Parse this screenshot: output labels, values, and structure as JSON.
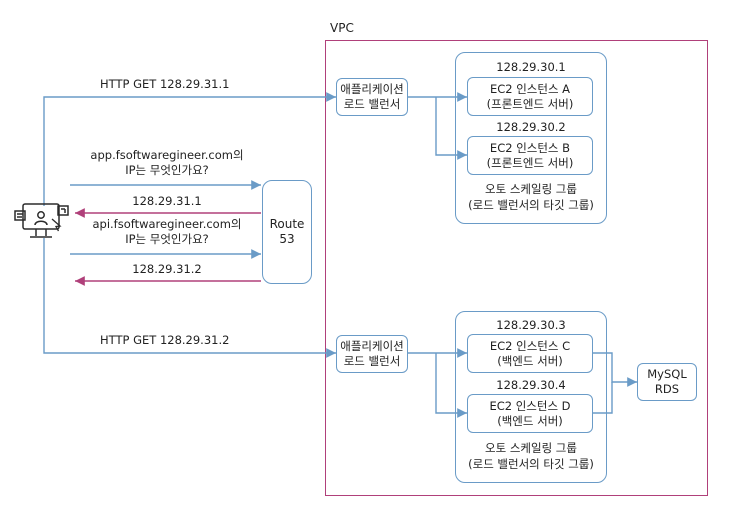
{
  "vpc": {
    "label": "VPC"
  },
  "requests": {
    "http_get_a": "HTTP GET 128.29.31.1",
    "http_get_b": "HTTP GET 128.29.31.2"
  },
  "dns": {
    "query_a_line1": "app.fsoftwaregineer.com의",
    "query_a_line2": "IP는 무엇인가요?",
    "answer_a": "128.29.31.1",
    "query_b_line1": "api.fsoftwaregineer.com의",
    "query_b_line2": "IP는 무엇인가요?",
    "answer_b": "128.29.31.2"
  },
  "route53": {
    "line1": "Route",
    "line2": "53"
  },
  "frontend": {
    "alb_line1": "애플리케이션",
    "alb_line2": "로드 밸런서",
    "instance_a_ip": "128.29.30.1",
    "instance_a_line1": "EC2 인스턴스 A",
    "instance_a_line2": "(프론트엔드 서버)",
    "instance_b_ip": "128.29.30.2",
    "instance_b_line1": "EC2 인스턴스 B",
    "instance_b_line2": "(프론트엔드 서버)",
    "group_line1": "오토 스케일링 그룹",
    "group_line2": "(로드 밸런서의 타깃 그룹)"
  },
  "backend": {
    "alb_line1": "애플리케이션",
    "alb_line2": "로드 밸런서",
    "instance_c_ip": "128.29.30.3",
    "instance_c_line1": "EC2 인스턴스 C",
    "instance_c_line2": "(백엔드 서버)",
    "instance_d_ip": "128.29.30.4",
    "instance_d_line1": "EC2 인스턴스 D",
    "instance_d_line2": "(백엔드 서버)",
    "group_line1": "오토 스케일링 그룹",
    "group_line2": "(로드 밸런서의 타깃 그룹)"
  },
  "database": {
    "line1": "MySQL",
    "line2": "RDS"
  },
  "colors": {
    "blue": "#6a9bc7",
    "magenta": "#b0407a",
    "icon": "#2b2b2b"
  }
}
